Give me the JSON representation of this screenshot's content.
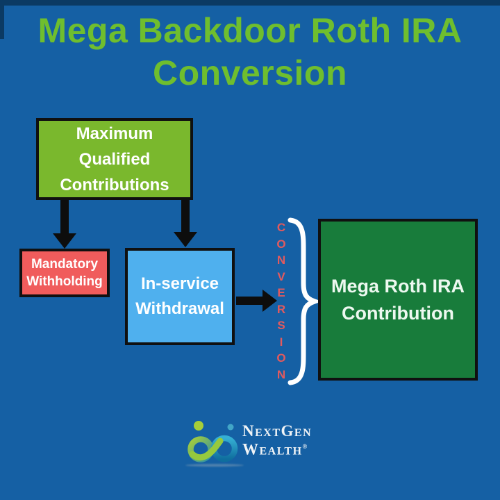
{
  "title": {
    "lines": [
      "Mega Backdoor Roth IRA",
      "Conversion"
    ]
  },
  "boxes": {
    "max_qualified": {
      "lines": [
        "Maximum",
        "Qualified",
        "Contributions"
      ],
      "bg": "#7AB82D"
    },
    "mandatory_withholding": {
      "lines": [
        "Mandatory",
        "Withholding"
      ],
      "bg": "#F05C5C"
    },
    "in_service_withdrawal": {
      "lines": [
        "In-service",
        "Withdrawal"
      ],
      "bg": "#4FB0EE"
    },
    "mega_roth_contribution": {
      "lines": [
        "Mega Roth IRA",
        "Contribution"
      ],
      "bg": "#187C3B"
    }
  },
  "conversion": {
    "label": "CONVERSION",
    "letters": [
      "C",
      "O",
      "N",
      "V",
      "E",
      "R",
      "S",
      "I",
      "O",
      "N"
    ],
    "color": "#E25A5E"
  },
  "logo": {
    "brand_line1": "NextGen",
    "brand_line2": "Wealth",
    "registered": "®",
    "icon": "infinity-logo"
  },
  "colors": {
    "background": "#1560A4",
    "top_border": "#0B3A63",
    "title_green": "#6FBE2E",
    "arrow_black": "#0D0D0D",
    "brace_white": "#FFFFFF",
    "logo_green": "#8DC63F",
    "logo_teal": "#1E9BC6"
  }
}
